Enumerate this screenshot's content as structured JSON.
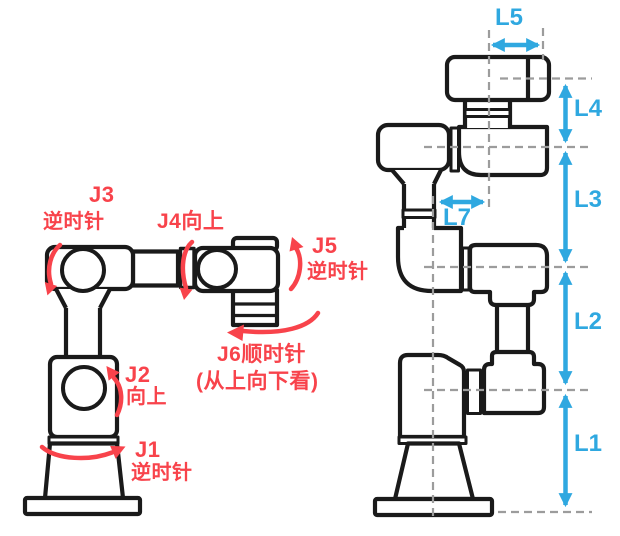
{
  "colors": {
    "joint_annotation_red": "#f8434b",
    "dimension_annotation_blue": "#2fa8e0",
    "robot_outline": "#1a1a1a",
    "guide_line_gray": "#9c9c9c",
    "background": "#ffffff"
  },
  "joint_labels": {
    "j1": {
      "name": "J1",
      "direction": "逆时针"
    },
    "j2": {
      "name": "J2",
      "direction": "向上"
    },
    "j3": {
      "name": "J3",
      "direction": "逆时针"
    },
    "j4": {
      "name": "J4向上"
    },
    "j5": {
      "name": "J5",
      "direction": "逆时针"
    },
    "j6": {
      "name": "J6顺时针",
      "direction": "(从上向下看)"
    }
  },
  "dimension_labels": {
    "l1": "L1",
    "l2": "L2",
    "l3": "L3",
    "l4": "L4",
    "l5": "L5",
    "l7": "L7"
  }
}
